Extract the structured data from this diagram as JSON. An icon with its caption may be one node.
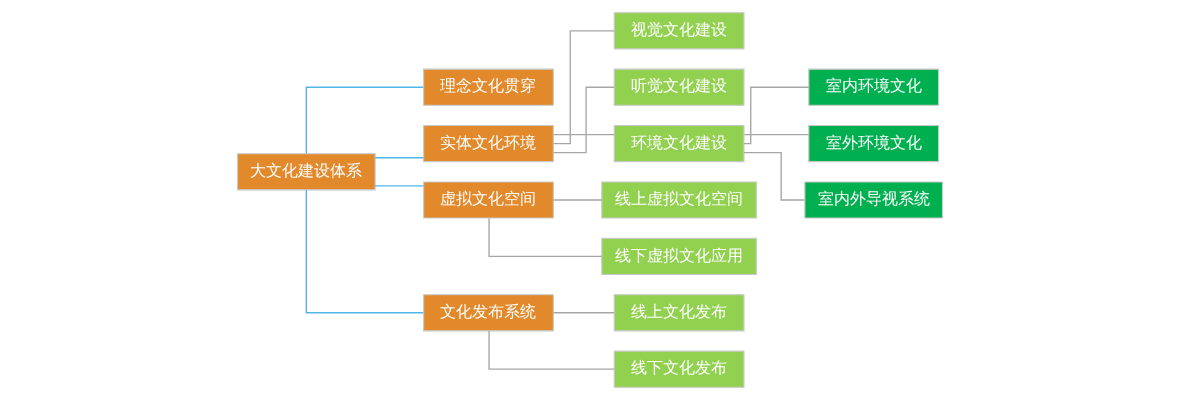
{
  "diagram": {
    "nodes": [
      {
        "text": [
          "大文化建设体系"
        ]
      },
      {
        "text": [
          "理念文化贯穿"
        ]
      },
      {
        "text": [
          "实体文化环境"
        ]
      },
      {
        "text": [
          "视觉文化建设"
        ]
      },
      {
        "text": [
          "听觉文化建设"
        ]
      },
      {
        "text": [
          "环境文化建设"
        ]
      },
      {
        "text": [
          "室内环境文化"
        ]
      },
      {
        "text": [
          "室外环境文化"
        ]
      },
      {
        "text": [
          "室内外导视系统"
        ]
      },
      {
        "text": [
          "虚拟文化空间"
        ]
      },
      {
        "text": [
          "线上虚拟文化空间"
        ]
      },
      {
        "text": [
          "线下虚拟文化应用"
        ]
      },
      {
        "text": [
          "文化发布系统"
        ]
      },
      {
        "text": [
          "线上文化发布"
        ]
      },
      {
        "text": [
          "线下文化发布"
        ]
      }
    ],
    "edges": [
      {
        "from": 0,
        "to": 1,
        "arrow": "none",
        "color": "#4fb8e8"
      },
      {
        "from": 0,
        "to": 2,
        "arrow": "none",
        "color": "#4fb8e8"
      },
      {
        "from": 0,
        "to": 9,
        "arrow": "none",
        "color": "#4fb8e8"
      },
      {
        "from": 0,
        "to": 12,
        "arrow": "none",
        "color": "#4fb8e8"
      },
      {
        "from": 2,
        "to": 3,
        "arrow": "none"
      },
      {
        "from": 2,
        "to": 4,
        "arrow": "none"
      },
      {
        "from": 2,
        "to": 5,
        "arrow": "none"
      },
      {
        "from": 5,
        "to": 6,
        "arrow": "none"
      },
      {
        "from": 5,
        "to": 7,
        "arrow": "none"
      },
      {
        "from": 5,
        "to": 8,
        "arrow": "none"
      },
      {
        "from": 9,
        "to": 10,
        "arrow": "none"
      },
      {
        "from": 9,
        "to": 11,
        "arrow": "none"
      },
      {
        "from": 12,
        "to": 13,
        "arrow": "none"
      },
      {
        "from": 12,
        "to": 14,
        "arrow": "none"
      }
    ]
  }
}
